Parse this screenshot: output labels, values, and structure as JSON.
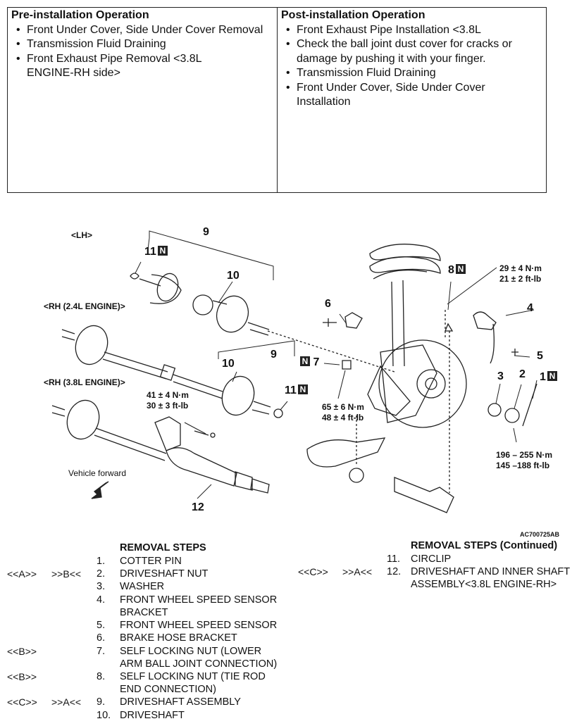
{
  "operations": {
    "pre": {
      "title": "Pre-installation Operation",
      "items": [
        "Front Under Cover, Side Under Cover Removal",
        "Transmission Fluid Draining",
        "Front Exhaust Pipe Removal <3.8L ENGINE-RH side>"
      ]
    },
    "post": {
      "title": "Post-installation Operation",
      "items": [
        "Front Exhaust Pipe Installation <3.8L",
        "Check the ball joint dust cover for cracks or damage by pushing it with your finger.",
        "Transmission Fluid Draining",
        "Front Under Cover, Side Under Cover Installation"
      ]
    }
  },
  "diagram": {
    "labels": {
      "lh": "<LH>",
      "rh24": "<RH (2.4L ENGINE)>",
      "rh38": "<RH (3.8L ENGINE)>",
      "vehicle_forward": "Vehicle forward",
      "image_code": "AC700725AB",
      "n": "N"
    },
    "torques": {
      "t_41": [
        "41 ± 4 N·m",
        "30 ± 3 ft-lb"
      ],
      "t_65": [
        "65 ± 6 N·m",
        "48 ± 4 ft-lb"
      ],
      "t_29": [
        "29 ± 4 N·m",
        "21 ± 2 ft-lb"
      ],
      "t_196": [
        "196 – 255 N·m",
        "145 –188 ft-lb"
      ]
    },
    "callouts": [
      "9",
      "11",
      "10",
      "9",
      "10",
      "11",
      "12",
      "6",
      "7",
      "8",
      "4",
      "5",
      "3",
      "2",
      "1"
    ]
  },
  "removal": {
    "title": "REMOVAL STEPS",
    "title_cont": "REMOVAL STEPS (Continued)",
    "steps": [
      {
        "n": "1.",
        "ref1": "",
        "ref2": "",
        "text": [
          "COTTER PIN"
        ]
      },
      {
        "n": "2.",
        "ref1": "<<A>>",
        "ref2": ">>B<<",
        "text": [
          "DRIVESHAFT NUT"
        ]
      },
      {
        "n": "3.",
        "ref1": "",
        "ref2": "",
        "text": [
          "WASHER"
        ]
      },
      {
        "n": "4.",
        "ref1": "",
        "ref2": "",
        "text": [
          "FRONT WHEEL SPEED SENSOR",
          "BRACKET"
        ]
      },
      {
        "n": "5.",
        "ref1": "",
        "ref2": "",
        "text": [
          "FRONT WHEEL SPEED SENSOR"
        ]
      },
      {
        "n": "6.",
        "ref1": "",
        "ref2": "",
        "text": [
          "BRAKE HOSE BRACKET"
        ]
      },
      {
        "n": "7.",
        "ref1": "<<B>>",
        "ref2": "",
        "text": [
          "SELF LOCKING NUT (LOWER",
          "ARM BALL JOINT CONNECTION)"
        ]
      },
      {
        "n": "8.",
        "ref1": "<<B>>",
        "ref2": "",
        "text": [
          "SELF LOCKING NUT (TIE ROD",
          "END CONNECTION)"
        ]
      },
      {
        "n": "9.",
        "ref1": "<<C>>",
        "ref2": ">>A<<",
        "text": [
          "DRIVESHAFT ASSEMBLY"
        ]
      },
      {
        "n": "10.",
        "ref1": "",
        "ref2": "",
        "text": [
          "DRIVESHAFT"
        ]
      }
    ],
    "steps_cont": [
      {
        "n": "11.",
        "ref1": "",
        "ref2": "",
        "text": [
          "CIRCLIP"
        ]
      },
      {
        "n": "12.",
        "ref1": "<<C>>",
        "ref2": ">>A<<",
        "text": [
          "DRIVESHAFT AND INNER SHAFT",
          "ASSEMBLY<3.8L ENGINE-RH>"
        ]
      }
    ]
  }
}
